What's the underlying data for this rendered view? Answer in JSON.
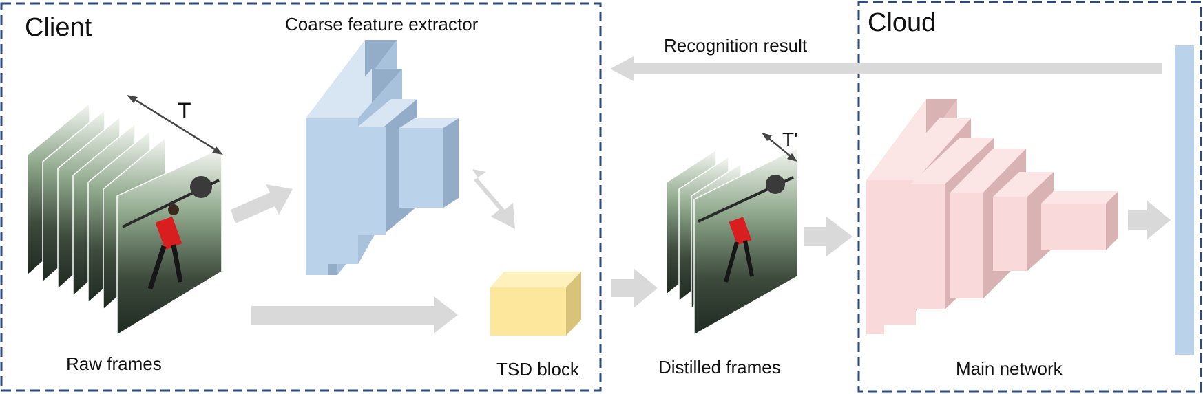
{
  "client": {
    "title": "Client"
  },
  "cloud": {
    "title": "Cloud"
  },
  "labels": {
    "coarse_feature_extractor": "Coarse feature extractor",
    "recognition_result": "Recognition result",
    "raw_frames": "Raw frames",
    "tsd_block": "TSD block",
    "distilled_frames": "Distilled frames",
    "main_network": "Main network",
    "t_raw": "T",
    "t_distilled": "T'"
  },
  "colors": {
    "frame_border": "#2b4a80",
    "arrow": "#d9d9d9",
    "extractor_front": "#bad3ea",
    "extractor_side": "#93adc8",
    "tsd_front": "#fde79c",
    "tsd_top": "#fff1bd",
    "tsd_side": "#d9c27a",
    "main_front": "#f9d9d9",
    "main_side": "#d9b3b3",
    "output_bar": "#bad3ea"
  }
}
